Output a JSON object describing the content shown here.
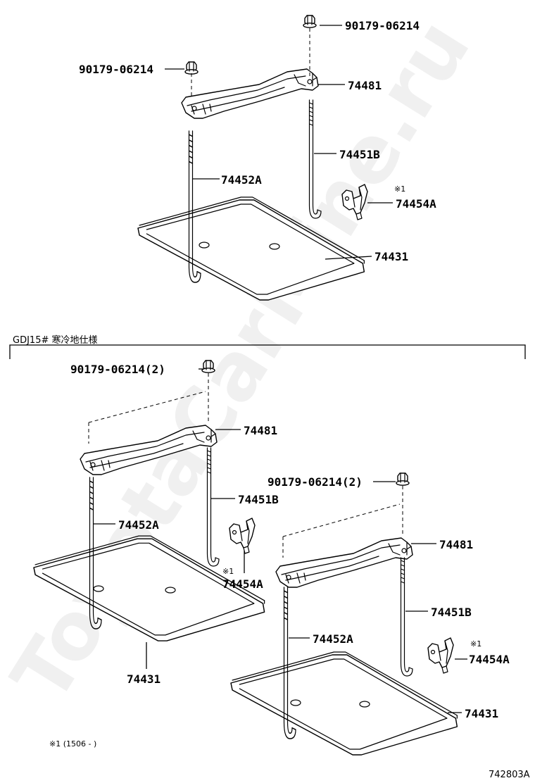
{
  "top": {
    "nut_right": "90179-06214",
    "nut_left": "90179-06214",
    "clamp": "74481",
    "bolt_b": "74451B",
    "bolt_a": "74452A",
    "note_mark": "※1",
    "bracket": "74454A",
    "tray": "74431"
  },
  "section": {
    "title": "GDJ15# 寒冷地仕様"
  },
  "left_set": {
    "nut": "90179-06214(2)",
    "clamp": "74481",
    "bolt_b": "74451B",
    "bolt_a": "74452A",
    "note_mark": "※1",
    "bracket": "74454A",
    "tray": "74431"
  },
  "right_set": {
    "nut": "90179-06214(2)",
    "clamp": "74481",
    "bolt_b": "74451B",
    "bolt_a": "74452A",
    "note_mark": "※1",
    "bracket": "74454A",
    "tray": "74431"
  },
  "footnote": "※1 (1506 -     )",
  "figure_code": "742803A",
  "watermark": "ToyotaCarMine.ru"
}
